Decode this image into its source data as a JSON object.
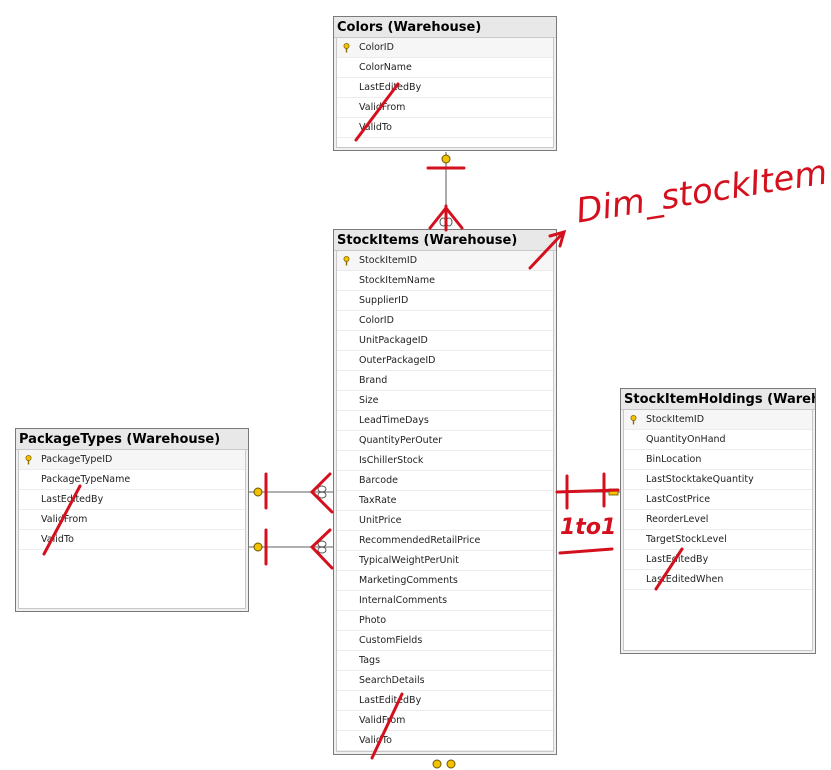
{
  "tables": {
    "colors": {
      "title": "Colors (Warehouse)",
      "columns": [
        "ColorID",
        "ColorName",
        "LastEditedBy",
        "ValidFrom",
        "ValidTo"
      ]
    },
    "stockitems": {
      "title": "StockItems (Warehouse)",
      "columns": [
        "StockItemID",
        "StockItemName",
        "SupplierID",
        "ColorID",
        "UnitPackageID",
        "OuterPackageID",
        "Brand",
        "Size",
        "LeadTimeDays",
        "QuantityPerOuter",
        "IsChillerStock",
        "Barcode",
        "TaxRate",
        "UnitPrice",
        "RecommendedRetailPrice",
        "TypicalWeightPerUnit",
        "MarketingComments",
        "InternalComments",
        "Photo",
        "CustomFields",
        "Tags",
        "SearchDetails",
        "LastEditedBy",
        "ValidFrom",
        "ValidTo"
      ]
    },
    "packagetypes": {
      "title": "PackageTypes (Warehouse)",
      "columns": [
        "PackageTypeID",
        "PackageTypeName",
        "LastEditedBy",
        "ValidFrom",
        "ValidTo"
      ]
    },
    "holdings": {
      "title": "StockItemHoldings (Warehouse)",
      "columns": [
        "StockItemID",
        "QuantityOnHand",
        "BinLocation",
        "LastStocktakeQuantity",
        "LastCostPrice",
        "ReorderLevel",
        "TargetStockLevel",
        "LastEditedBy",
        "LastEditedWhen"
      ]
    }
  },
  "annotations": {
    "dim_label": "Dim_stockItem",
    "one_to_one": "1to1"
  },
  "colors": {
    "ink": "#d4101e",
    "key_icon": "#f2c200",
    "line": "#808080"
  },
  "icons": {
    "primary_key": "key-icon"
  }
}
